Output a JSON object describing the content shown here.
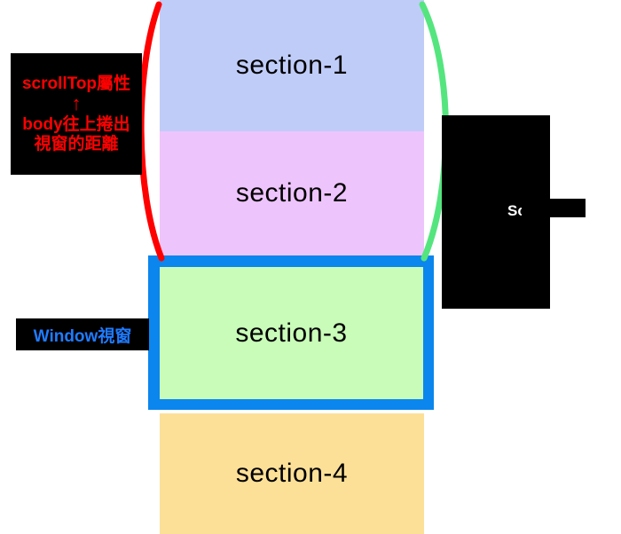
{
  "diagram": {
    "title": "DOM scroll / viewport diagram",
    "background": "#ffffff"
  },
  "sections": [
    {
      "label": "section-1",
      "color": "#c0ccf8"
    },
    {
      "label": "section-2",
      "color": "#eec4fc"
    },
    {
      "label": "section-3",
      "color": "#c8fcb8"
    },
    {
      "label": "section-4",
      "color": "#fce098"
    }
  ],
  "viewport_frame": {
    "border_color": "#0b86ee"
  },
  "annotations": {
    "scrolltop_note": {
      "line1": "scrollTop屬性",
      "arrow": "↑",
      "line2": "body往上捲出",
      "line3": "視窗的距離",
      "text_color": "#ff0000",
      "background": "#000000"
    },
    "window_note": {
      "label": "Window視窗",
      "text_color": "#1f7bff",
      "background": "#000000"
    },
    "right_note": {
      "label": "Sc",
      "text_color": "#ffffff",
      "background": "#000000"
    }
  },
  "brackets": {
    "left_bracket_color": "#ff0000",
    "right_bracket_color": "#55e57f"
  }
}
